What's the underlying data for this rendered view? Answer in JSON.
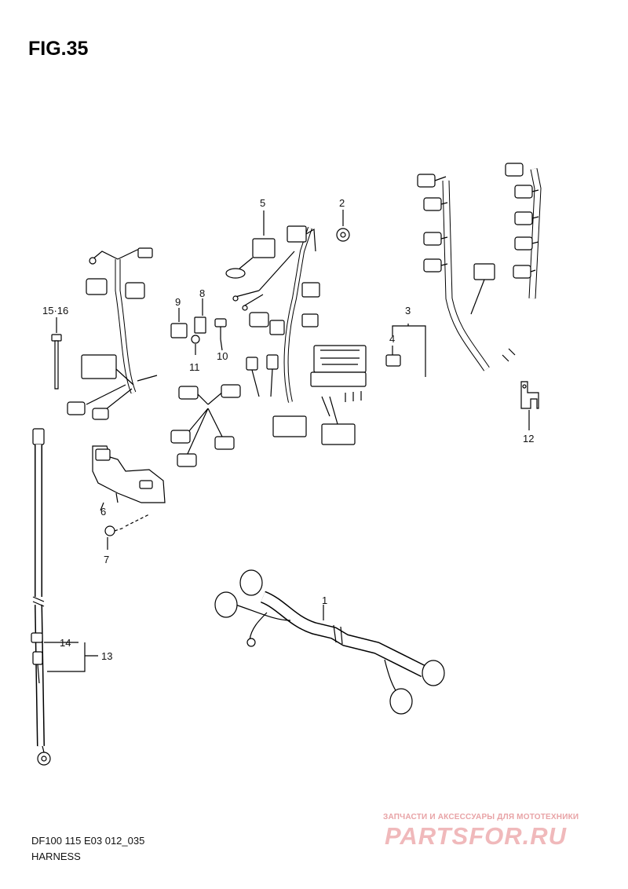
{
  "figure": {
    "title": "FIG.35"
  },
  "callouts": {
    "p1": "1",
    "p2": "2",
    "p3": "3",
    "p4": "4",
    "p5": "5",
    "p6": "6",
    "p7": "7",
    "p8": "8",
    "p9": "9",
    "p10": "10",
    "p11": "11",
    "p12": "12",
    "p13": "13",
    "p14": "14",
    "p15_16": "15·16"
  },
  "footer": {
    "model_code": "DF100 115 E03 012_035",
    "section_name": "HARNESS"
  },
  "watermark": {
    "tagline": "ЗАПЧАСТИ И АКСЕССУАРЫ ДЛЯ МОТОТЕХНИКИ",
    "logo": "PARTSFOR.RU"
  }
}
